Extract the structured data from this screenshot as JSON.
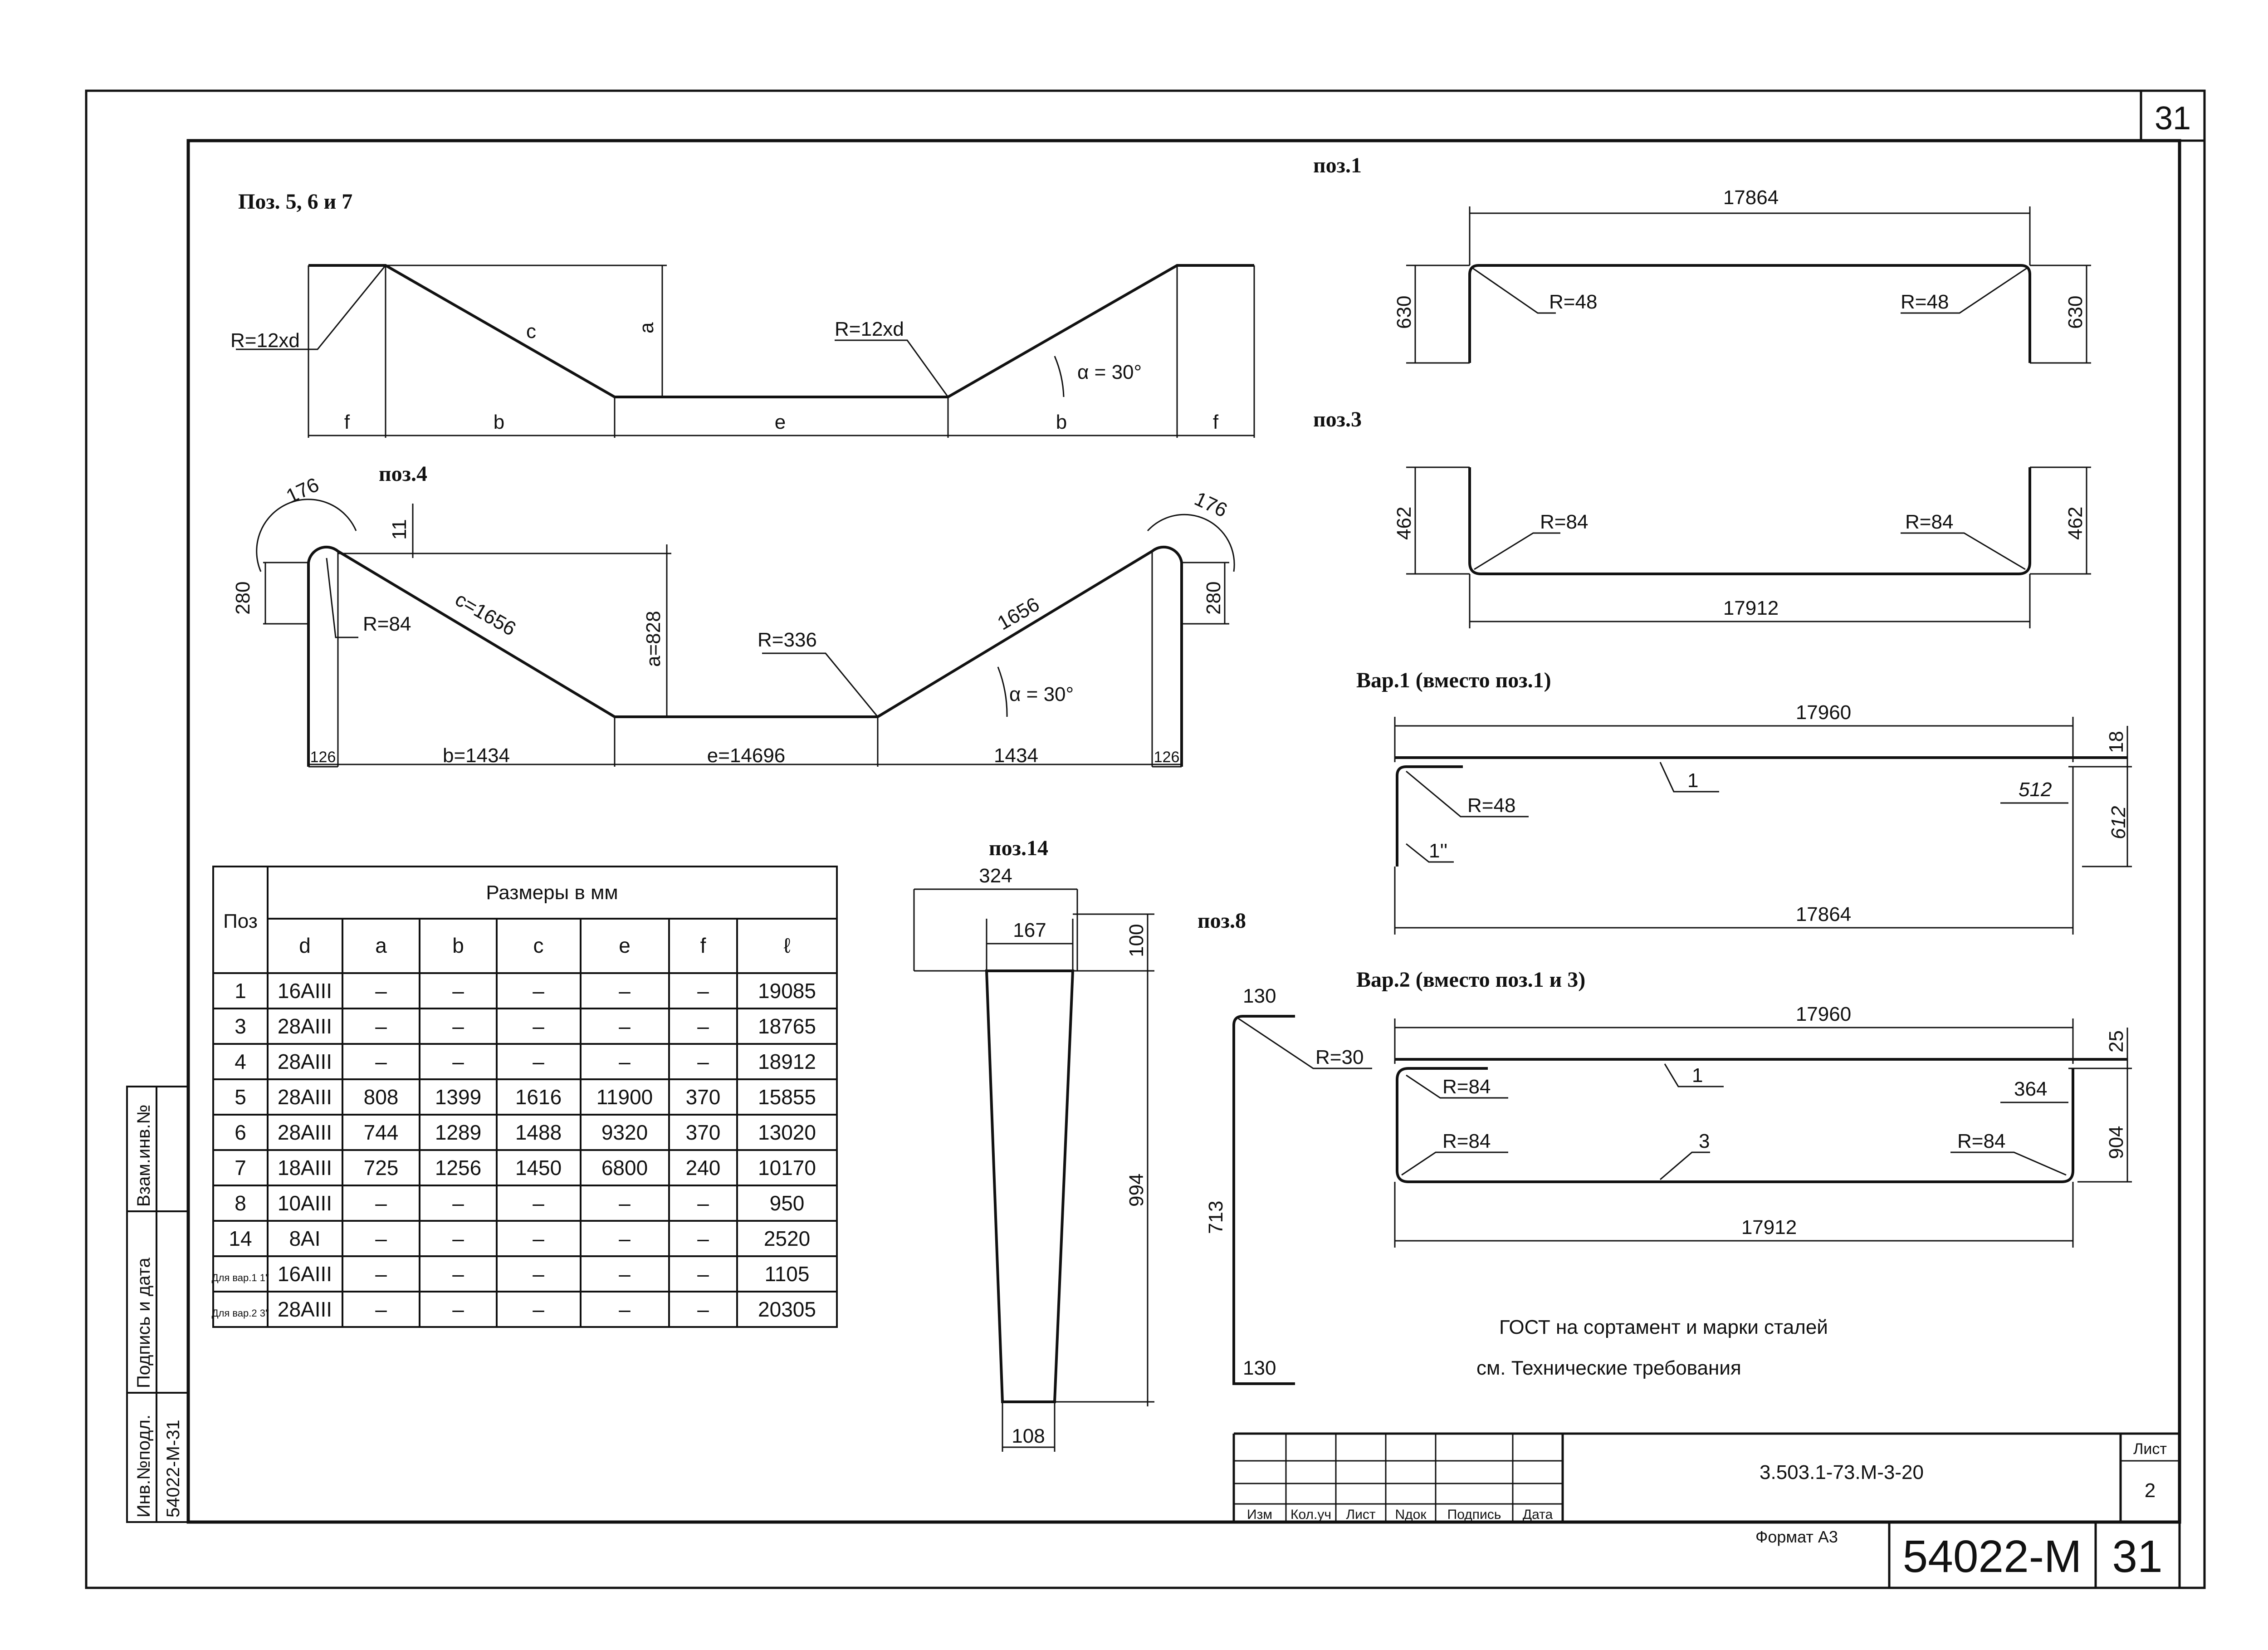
{
  "sheet": {
    "corner_number": "31",
    "doc_code": "3.503.1-73.M-3-20",
    "sheet_label": "Лист",
    "sheet_no": "2",
    "format": "Формат А3",
    "album": "54022-М",
    "album_page": "31"
  },
  "side_stamp": {
    "inv_label": "Инв.№подл.",
    "sign_label": "Подпись и дата",
    "vzam_label": "Взам.инв.№",
    "inv_value": "54022-М-31"
  },
  "stamp_cols": [
    "Изм",
    "Кол.уч",
    "Лист",
    "Nдок",
    "Подпись",
    "Дата"
  ],
  "views": {
    "pos567": {
      "title": "Поз. 5, 6 и 7",
      "labels": {
        "r_left": "R=12xd",
        "r_mid": "R=12xd",
        "c": "c",
        "a": "a",
        "alpha": "α = 30°",
        "f1": "f",
        "b1": "b",
        "e": "e",
        "b2": "b",
        "f2": "f"
      }
    },
    "pos4": {
      "title": "поз.4",
      "labels": {
        "d176a": "176",
        "d176b": "176",
        "d11": "11",
        "d280a": "280",
        "d280b": "280",
        "r84": "R=84",
        "c": "c=1656",
        "a": "a=828",
        "r336": "R=336",
        "c2": "1656",
        "alpha": "α = 30°",
        "d126a": "126",
        "b": "b=1434",
        "e": "e=14696",
        "b2": "1434",
        "d126b": "126"
      }
    },
    "pos1": {
      "title": "поз.1",
      "labels": {
        "len": "17864",
        "h_left": "630",
        "h_right": "630",
        "r_left": "R=48",
        "r_right": "R=48"
      }
    },
    "pos3": {
      "title": "поз.3",
      "labels": {
        "len": "17912",
        "h_left": "462",
        "h_right": "462",
        "r_left": "R=84",
        "r_right": "R=84"
      }
    },
    "var1": {
      "title": "Вар.1 (вместо поз.1)",
      "labels": {
        "top": "17960",
        "d18": "18",
        "one": "1",
        "d512": "512",
        "r48": "R=48",
        "d612": "612",
        "onepp": "1''",
        "bottom": "17864"
      }
    },
    "var2": {
      "title": "Вар.2 (вместо поз.1 и 3)",
      "labels": {
        "top": "17960",
        "d25": "25",
        "r84a": "R=84",
        "one": "1",
        "d364": "364",
        "r84b": "R=84",
        "three": "3",
        "r84c": "R=84",
        "d904": "904",
        "bottom": "17912"
      }
    },
    "pos8": {
      "title": "поз.8",
      "labels": {
        "top": "130",
        "r30": "R=30",
        "h": "713",
        "bottom": "130"
      }
    },
    "pos14": {
      "title": "поз.14",
      "labels": {
        "w324": "324",
        "w167": "167",
        "h100": "100",
        "h994": "994",
        "w108": "108"
      }
    }
  },
  "note": {
    "line1": "ГОСТ на сортамент и марки сталей",
    "line2": "см. Технические требования"
  },
  "table": {
    "pos_header": "Поз",
    "group_header": "Размеры в мм",
    "columns": [
      "d",
      "a",
      "b",
      "c",
      "e",
      "f",
      "ℓ"
    ],
    "rows": [
      {
        "pos": "1",
        "cells": [
          "16AIII",
          "–",
          "–",
          "–",
          "–",
          "–",
          "19085"
        ]
      },
      {
        "pos": "3",
        "cells": [
          "28AIII",
          "–",
          "–",
          "–",
          "–",
          "–",
          "18765"
        ]
      },
      {
        "pos": "4",
        "cells": [
          "28AIII",
          "–",
          "–",
          "–",
          "–",
          "–",
          "18912"
        ]
      },
      {
        "pos": "5",
        "cells": [
          "28AIII",
          "808",
          "1399",
          "1616",
          "11900",
          "370",
          "15855"
        ]
      },
      {
        "pos": "6",
        "cells": [
          "28AIII",
          "744",
          "1289",
          "1488",
          "9320",
          "370",
          "13020"
        ]
      },
      {
        "pos": "7",
        "cells": [
          "18AIII",
          "725",
          "1256",
          "1450",
          "6800",
          "240",
          "10170"
        ]
      },
      {
        "pos": "8",
        "cells": [
          "10AIII",
          "–",
          "–",
          "–",
          "–",
          "–",
          "950"
        ]
      },
      {
        "pos": "14",
        "cells": [
          "8AI",
          "–",
          "–",
          "–",
          "–",
          "–",
          "2520"
        ]
      },
      {
        "pos": "Для вар.1 1''",
        "cells": [
          "16AIII",
          "–",
          "–",
          "–",
          "–",
          "–",
          "1105"
        ]
      },
      {
        "pos": "Для вар.2 3''",
        "cells": [
          "28AIII",
          "–",
          "–",
          "–",
          "–",
          "–",
          "20305"
        ]
      }
    ]
  }
}
